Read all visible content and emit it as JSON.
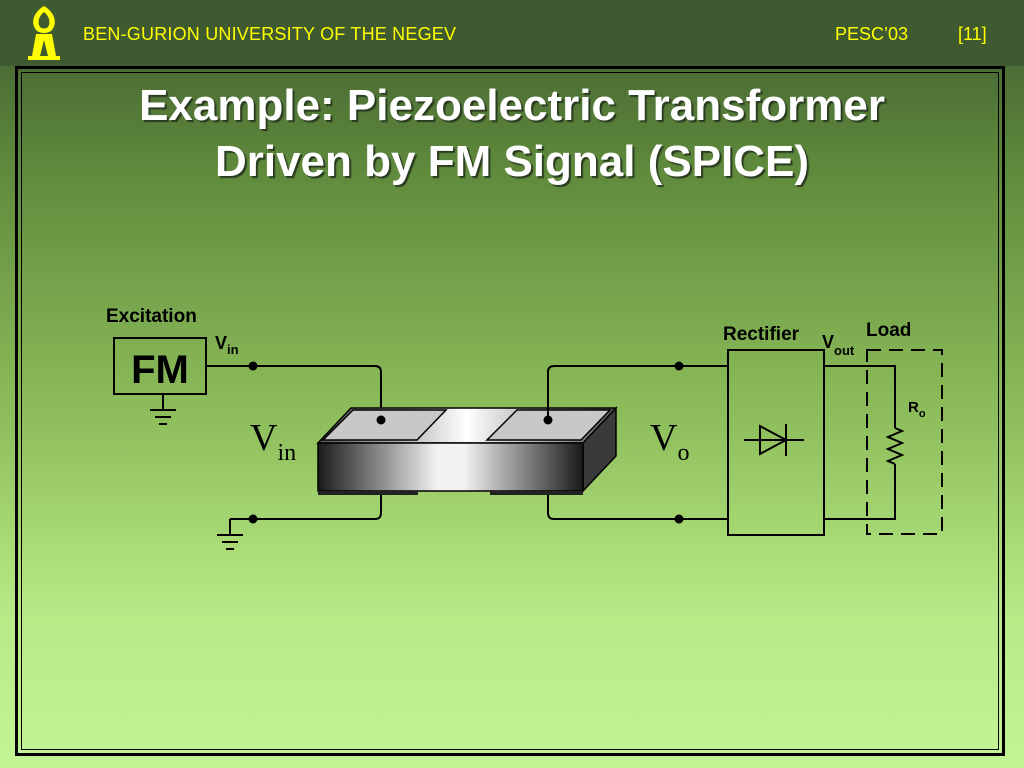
{
  "header": {
    "university": "BEN-GURION UNIVERSITY OF THE NEGEV",
    "conference": "PESC’03",
    "slide_number": "[11]"
  },
  "title": {
    "line1": "Example: Piezoelectric Transformer",
    "line2": "Driven by FM Signal (SPICE)"
  },
  "diagram": {
    "excitation_label": "Excitation",
    "source_label": "FM",
    "vin_small": {
      "main": "V",
      "sub": "in"
    },
    "vin_large": {
      "main": "V",
      "sub": "in"
    },
    "vo_large": {
      "main": "V",
      "sub": "o"
    },
    "rectifier_label": "Rectifier",
    "vout": {
      "main": "V",
      "sub": "out"
    },
    "load_label": "Load",
    "ro": {
      "main": "R",
      "sub": "o"
    }
  },
  "colors": {
    "header_bg": "#3f5a30",
    "header_text": "#ffff00",
    "title_text": "#ffffff"
  }
}
